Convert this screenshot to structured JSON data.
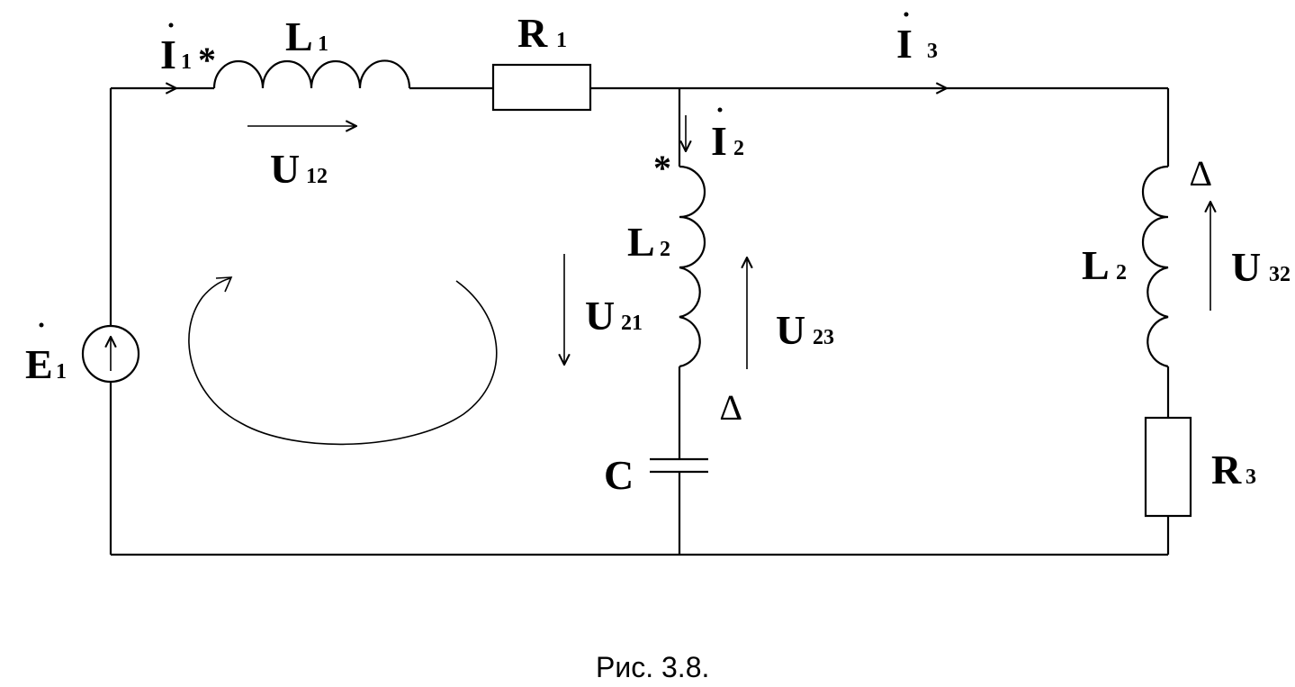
{
  "labels": {
    "I1": {
      "main": "I",
      "sub": "1",
      "mark": "*"
    },
    "L1": {
      "main": "L",
      "sub": "1"
    },
    "R1": {
      "main": "R",
      "sub": "1"
    },
    "I3": {
      "main": "I",
      "sub": "3"
    },
    "U12": {
      "main": "U",
      "sub": "12"
    },
    "I2": {
      "main": "I",
      "sub": "2"
    },
    "star2": "*",
    "L2_mid": {
      "main": "L",
      "sub": "2"
    },
    "U21": {
      "main": "U",
      "sub": "21"
    },
    "U23": {
      "main": "U",
      "sub": "23"
    },
    "tri_mid": "∆",
    "C": "C",
    "E1": {
      "main": "E",
      "sub": "1"
    },
    "tri_right": "∆",
    "L2_right": {
      "main": "L",
      "sub": "2"
    },
    "U32": {
      "main": "U",
      "sub": "32"
    },
    "R3": {
      "main": "R",
      "sub": "3"
    }
  },
  "caption": "Рис. 3.8."
}
